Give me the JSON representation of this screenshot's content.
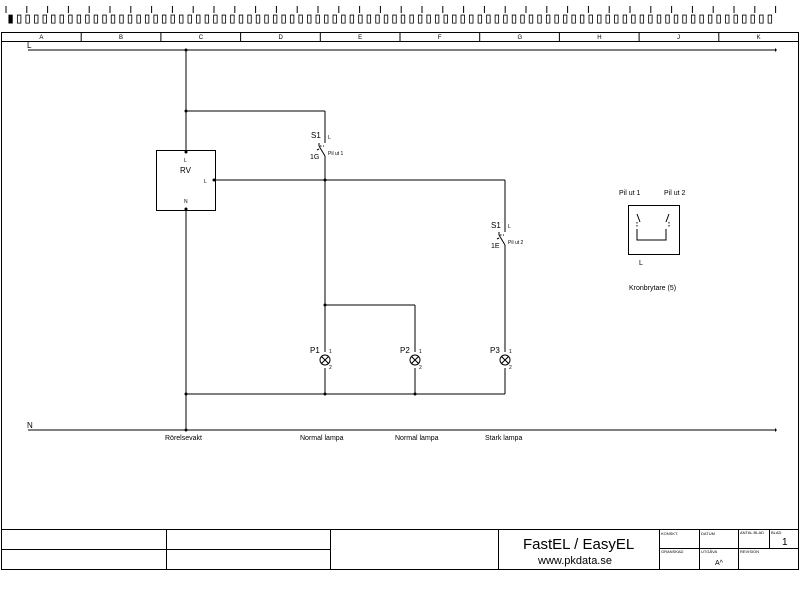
{
  "window": {
    "title_text": "▮▯▯▯▯▯▯▯▯▯▯▯▯▯▯▯▯▯▯▯▯▯▯▯▯▯▯▯▯▯▯▯▯▯▯▯▯▯▯▯▯▯▯▯▯▯▯▯▯▯▯▯▯▯▯▯▯▯▯▯▯▯▯▯▯▯▯▯▯▯▯▯▯▯▯▯▯▯▯▯▯▯▯▯▯▯▯▯▯▯▯▯▯▯▯▯"
  },
  "grid": {
    "columns": [
      "A",
      "B",
      "C",
      "D",
      "E",
      "F",
      "G",
      "H",
      "J",
      "K"
    ]
  },
  "rails": {
    "line_label": "L",
    "neutral_label": "N"
  },
  "components": {
    "motion_sensor": {
      "name": "RV",
      "terminal_l_top": "L",
      "terminal_l_side": "L",
      "terminal_n": "N",
      "caption": "Rörelsevakt"
    },
    "switch_1": {
      "name": "S1",
      "sub": "1G",
      "terminal": "L",
      "output": "Pil ut 1"
    },
    "switch_2": {
      "name": "S1",
      "sub": "1E",
      "terminal": "L",
      "output": "Pil ut 2"
    },
    "lamp_1": {
      "name": "P1",
      "t1": "1",
      "t2": "2",
      "caption": "Normal lampa"
    },
    "lamp_2": {
      "name": "P2",
      "t1": "1",
      "t2": "2",
      "caption": "Normal lampa"
    },
    "lamp_3": {
      "name": "P3",
      "t1": "1",
      "t2": "2",
      "caption": "Stark lampa"
    }
  },
  "legend": {
    "out1": "Pil ut 1",
    "out2": "Pil ut 2",
    "terminal": "L",
    "caption": "Kronbrytare (5)"
  },
  "title_block": {
    "company": "FastEL / EasyEL",
    "website": "www.pkdata.se",
    "field_checked": "KONSKT.",
    "field_date": "DATUM",
    "field_sheet_count": "ANTAL BLAD",
    "field_sheet": "BLAD",
    "sheet_value": "1",
    "field_drawn": "GRANSKAD",
    "field_issue": "UTGÅVA",
    "issue_value": "A^",
    "field_revision": "REVISION"
  },
  "colors": {
    "line": "#000000",
    "background": "#ffffff"
  }
}
